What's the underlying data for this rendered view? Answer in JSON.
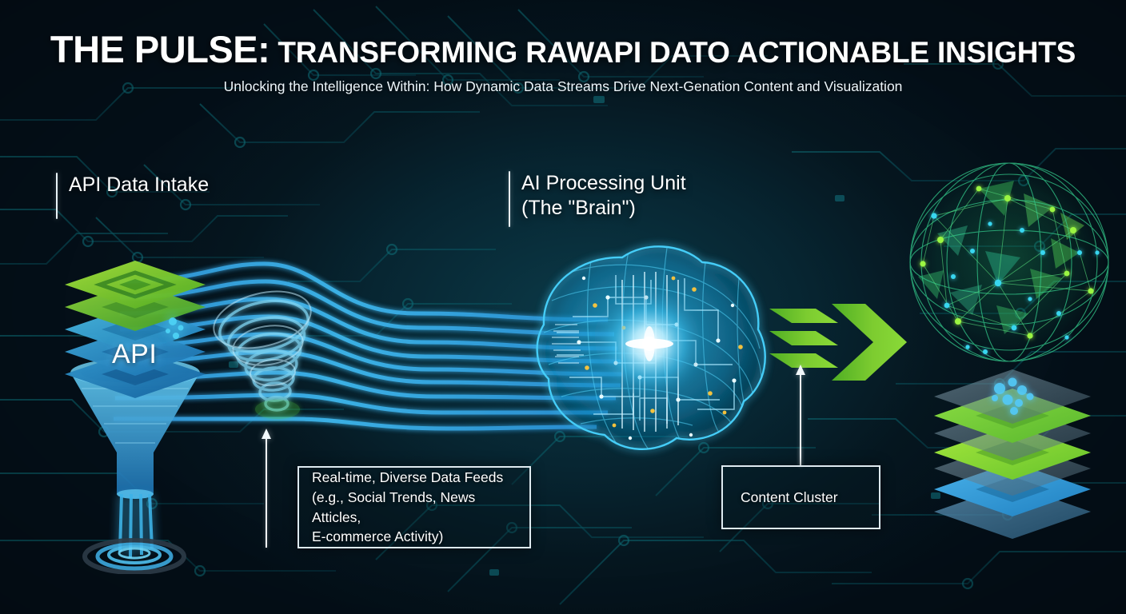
{
  "header": {
    "title_lead": "THE PULSE:",
    "title_rest": " TRANSFORMING RAWAPI DATO ACTIONABLE INSIGHTS",
    "subtitle": "Unlocking the Intelligence Within: How Dynamic Data Streams Drive Next-Genation Content and Visualization"
  },
  "labels": {
    "api_intake": "API Data Intake",
    "ai_unit": "AI Processing Unit\n(The \"Brain\")"
  },
  "callouts": {
    "data_feeds": "Real-time, Diverse Data Feeds\n(e.g., Social Trends, News Atticles,\nE-commerce Activity)",
    "content_cluster": "Content Cluster"
  },
  "graphics": {
    "api_badge": "API"
  },
  "colors": {
    "background_dark": "#05161f",
    "background_teal": "#0b3a48",
    "circuit_trace": "#14footer",
    "stream_blue": "#35a8e8",
    "brain_cyan": "#39c6f5",
    "accent_green": "#6ec72a",
    "accent_green_light": "#8fdc3c",
    "text_white": "#ffffff",
    "callout_border": "#dfeaf0"
  }
}
